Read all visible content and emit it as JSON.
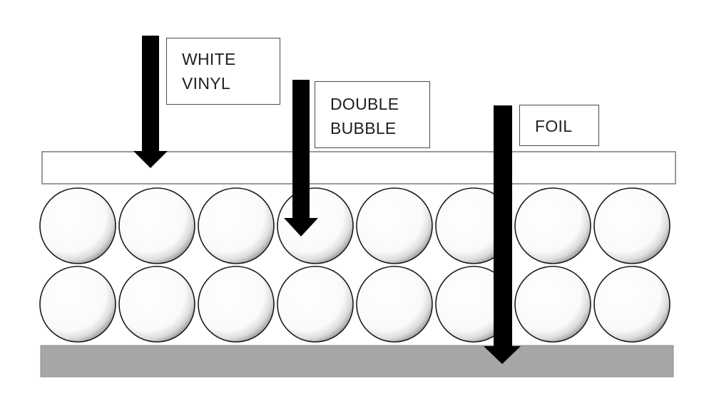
{
  "labels": {
    "white_vinyl": [
      "WHITE",
      "VINYL"
    ],
    "double_bubble": [
      "DOUBLE",
      "BUBBLE"
    ],
    "foil": [
      "FOIL"
    ]
  },
  "bubbles": {
    "rows": 2,
    "columns": 8
  },
  "colors": {
    "vinyl_fill": "#ffffff",
    "vinyl_stroke": "#9a9a9a",
    "foil_fill": "#a6a6a6",
    "bubble_stroke": "#1a1a1a",
    "arrow_fill": "#000000",
    "label_border": "#4a4a4a"
  }
}
